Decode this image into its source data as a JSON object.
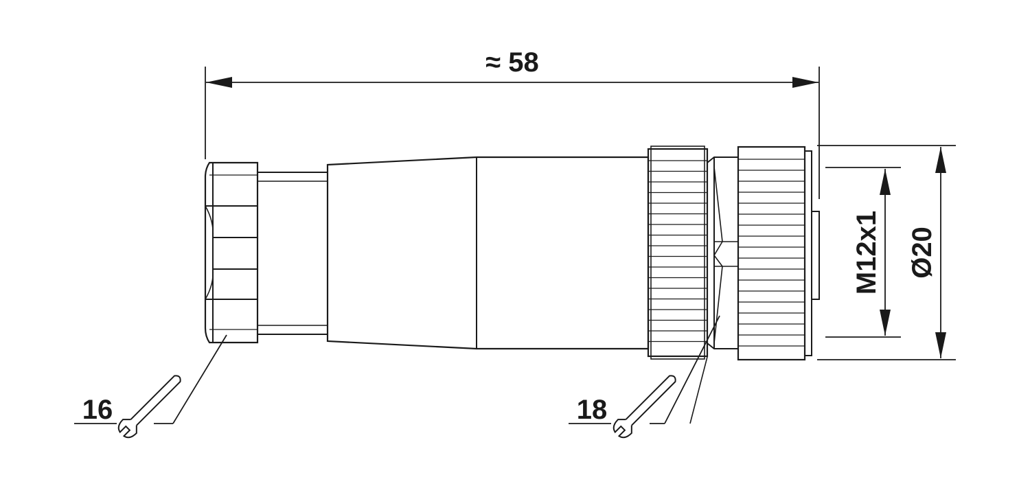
{
  "drawing": {
    "overall_length_label": "≈ 58",
    "thread_label": "M12x1",
    "diameter_label": "Ø20",
    "wrench_left_label": "16",
    "wrench_right_label": "18"
  },
  "colors": {
    "line": "#1a1a1a",
    "background": "#ffffff"
  }
}
